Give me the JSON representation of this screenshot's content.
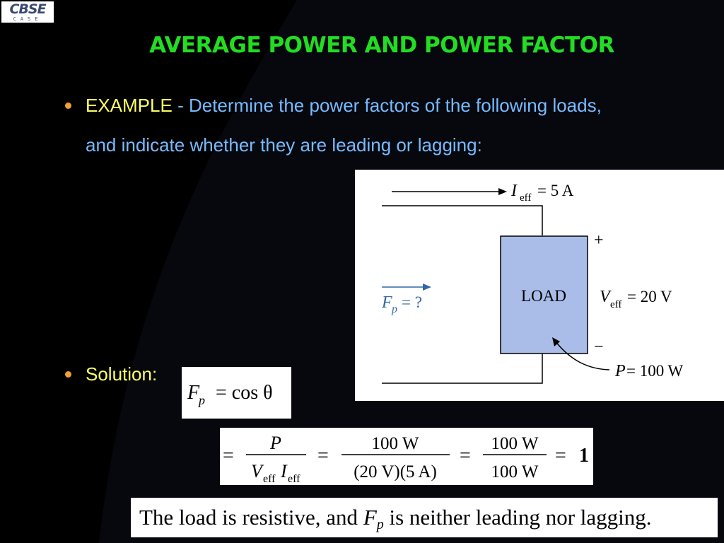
{
  "colors": {
    "title": "#22dd22",
    "example_label": "#ffff66",
    "body_text": "#77bbff",
    "bullet": "#f0a030",
    "load_box": "#a9bde8",
    "background": "#000000"
  },
  "logo": {
    "main": "CBSE",
    "sub": "CASE"
  },
  "title": "AVERAGE POWER AND POWER FACTOR",
  "example": {
    "label": "EXAMPLE",
    "dash": "-",
    "line1": "Determine the power factors of the following loads,",
    "line2": "and indicate whether they are leading or lagging:"
  },
  "solution_label": "Solution:",
  "figure": {
    "current_label": "I",
    "current_sub": "eff",
    "current_value": "= 5 A",
    "plus": "+",
    "minus": "−",
    "load_label": "LOAD",
    "voltage_label": "V",
    "voltage_sub": "eff",
    "voltage_value": "= 20 V",
    "fp_label": "F",
    "fp_sub": "p",
    "fp_value": "= ?",
    "power_label": "P",
    "power_value": "= 100 W"
  },
  "equation1": {
    "lhs": "F",
    "lhs_sub": "p",
    "rhs": "= cos θ"
  },
  "equation2": {
    "eq": "=",
    "f1_num": "P",
    "f1_den_v": "V",
    "f1_den_i": "I",
    "f1_den_sub": "eff",
    "f2_num": "100 W",
    "f2_den": "(20 V)(5 A)",
    "f3_num": "100 W",
    "f3_den": "100 W",
    "result": "1"
  },
  "conclusion": {
    "part1": "The load is resistive, and ",
    "fp": "F",
    "fp_sub": "p",
    "part2": " is neither leading nor lagging."
  }
}
